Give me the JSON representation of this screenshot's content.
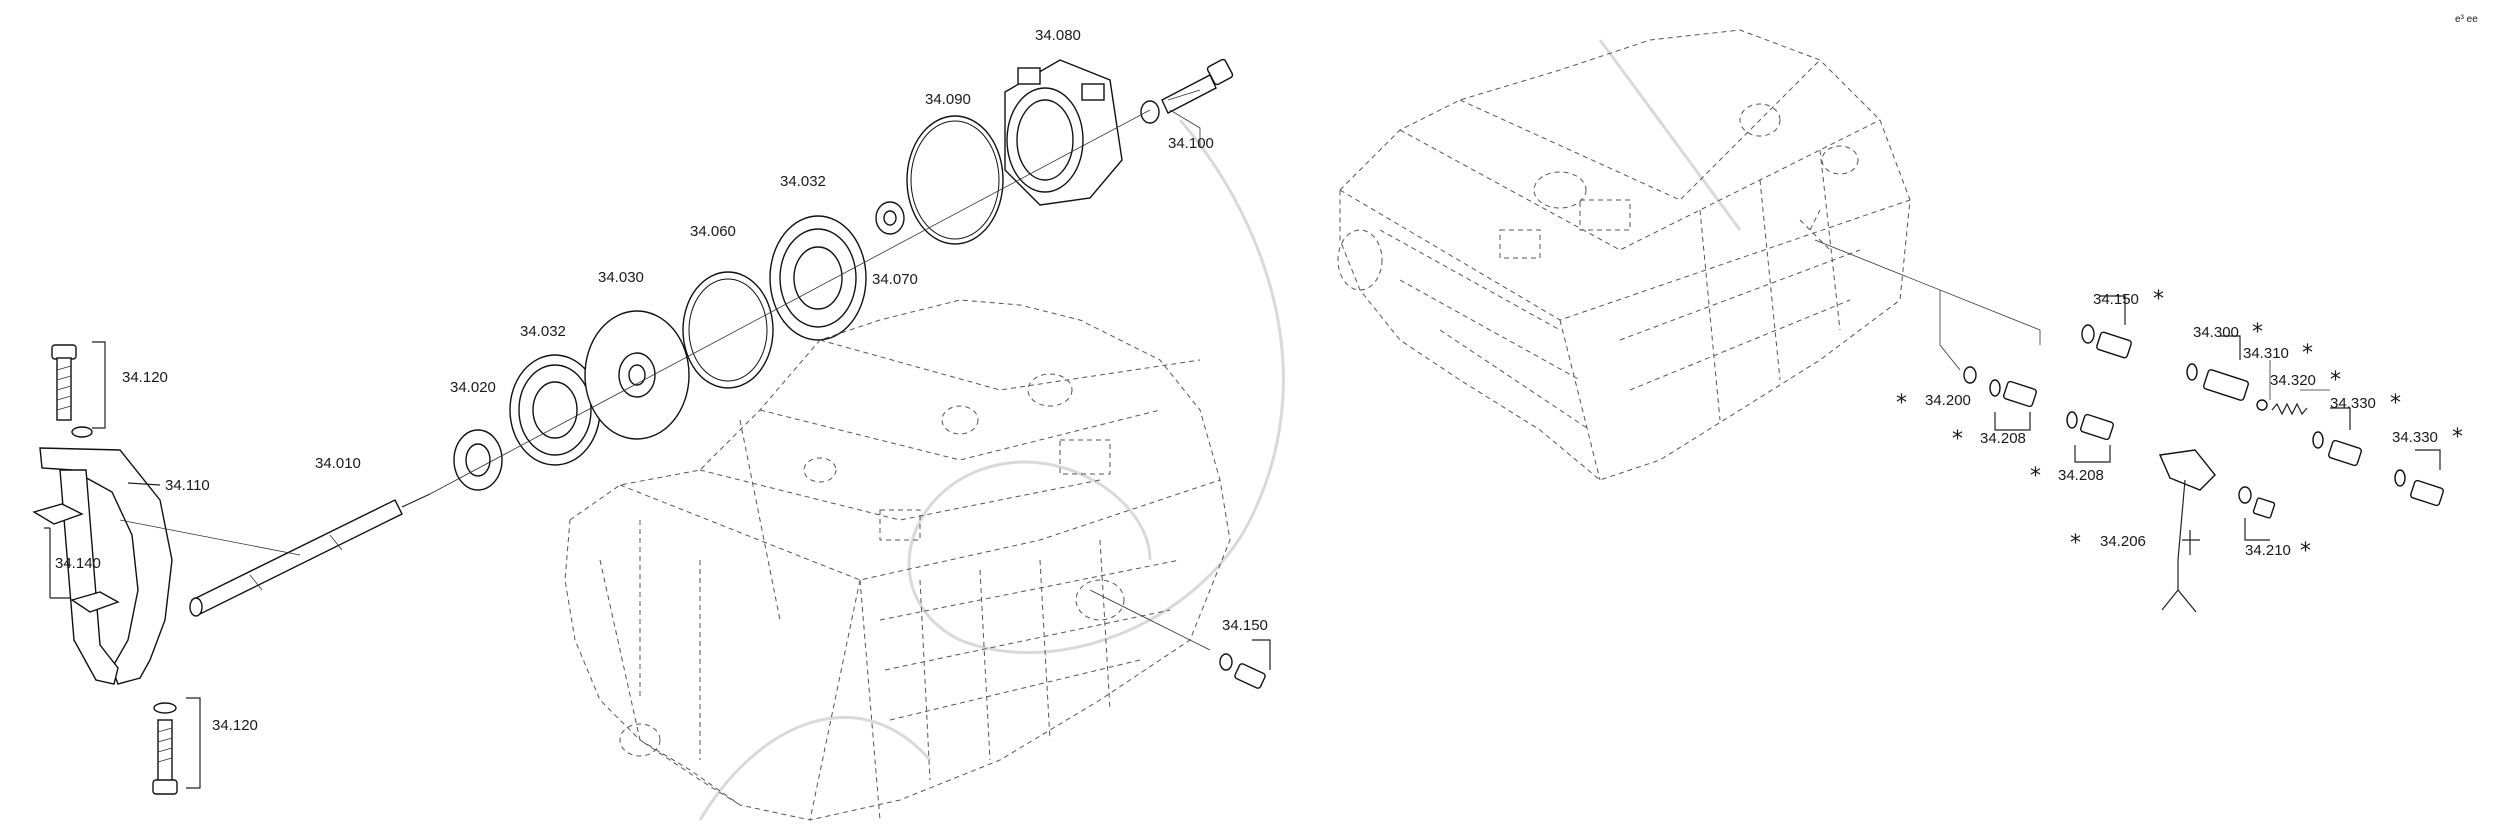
{
  "labels": {
    "p34010": "34.010",
    "p34020": "34.020",
    "p34030": "34.030",
    "p34032a": "34.032",
    "p34032b": "34.032",
    "p34060": "34.060",
    "p34070": "34.070",
    "p34080": "34.080",
    "p34090": "34.090",
    "p34100": "34.100",
    "p34110": "34.110",
    "p34120a": "34.120",
    "p34120b": "34.120",
    "p34140": "34.140",
    "p34150a": "34.150",
    "p34150b": "34.150",
    "p34200": "34.200",
    "p34206": "34.206",
    "p34208a": "34.208",
    "p34208b": "34.208",
    "p34210": "34.210",
    "p34300": "34.300",
    "p34310": "34.310",
    "p34320": "34.320",
    "p34330a": "34.330",
    "p34330b": "34.330"
  },
  "marker": "*",
  "corner_mark": "e³ ee"
}
